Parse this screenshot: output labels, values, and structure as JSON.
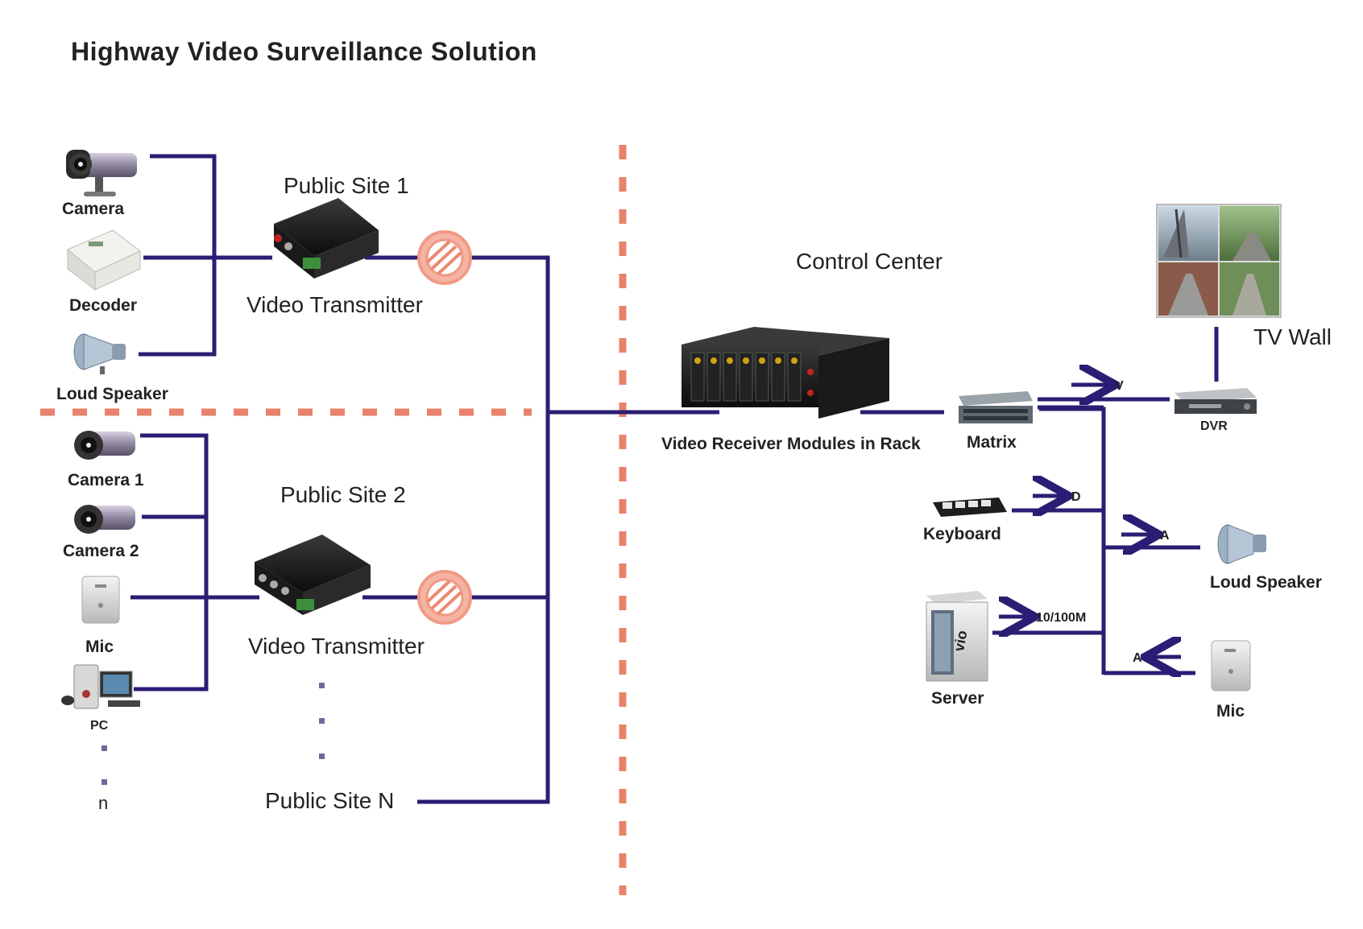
{
  "title": "Highway Video Surveillance Solution",
  "public_site_1": {
    "name": "Public Site 1",
    "transmitter_label": "Video Transmitter",
    "devices": [
      "Camera",
      "Decoder",
      "Loud Speaker"
    ]
  },
  "public_site_2": {
    "name": "Public Site 2",
    "transmitter_label": "Video Transmitter",
    "devices": [
      "Camera 1",
      "Camera 2",
      "Mic",
      "PC"
    ],
    "more_label": "n"
  },
  "public_site_n": {
    "name": "Public Site N"
  },
  "control_center": {
    "title": "Control Center",
    "receiver_label": "Video Receiver Modules in Rack",
    "matrix_label": "Matrix",
    "dvr_label": "DVR",
    "tv_wall_label": "TV Wall",
    "keyboard_label": "Keyboard",
    "server_label": "Server",
    "loud_speaker_label": "Loud Speaker",
    "mic_label": "Mic",
    "signals": {
      "video": "V",
      "data": "D",
      "audio_out": "A",
      "network": "10/100M",
      "audio_in": "A"
    }
  },
  "colors": {
    "wire": "#2b1d74",
    "separator": "#e8826a",
    "fiber_icon": "#f09a84"
  }
}
